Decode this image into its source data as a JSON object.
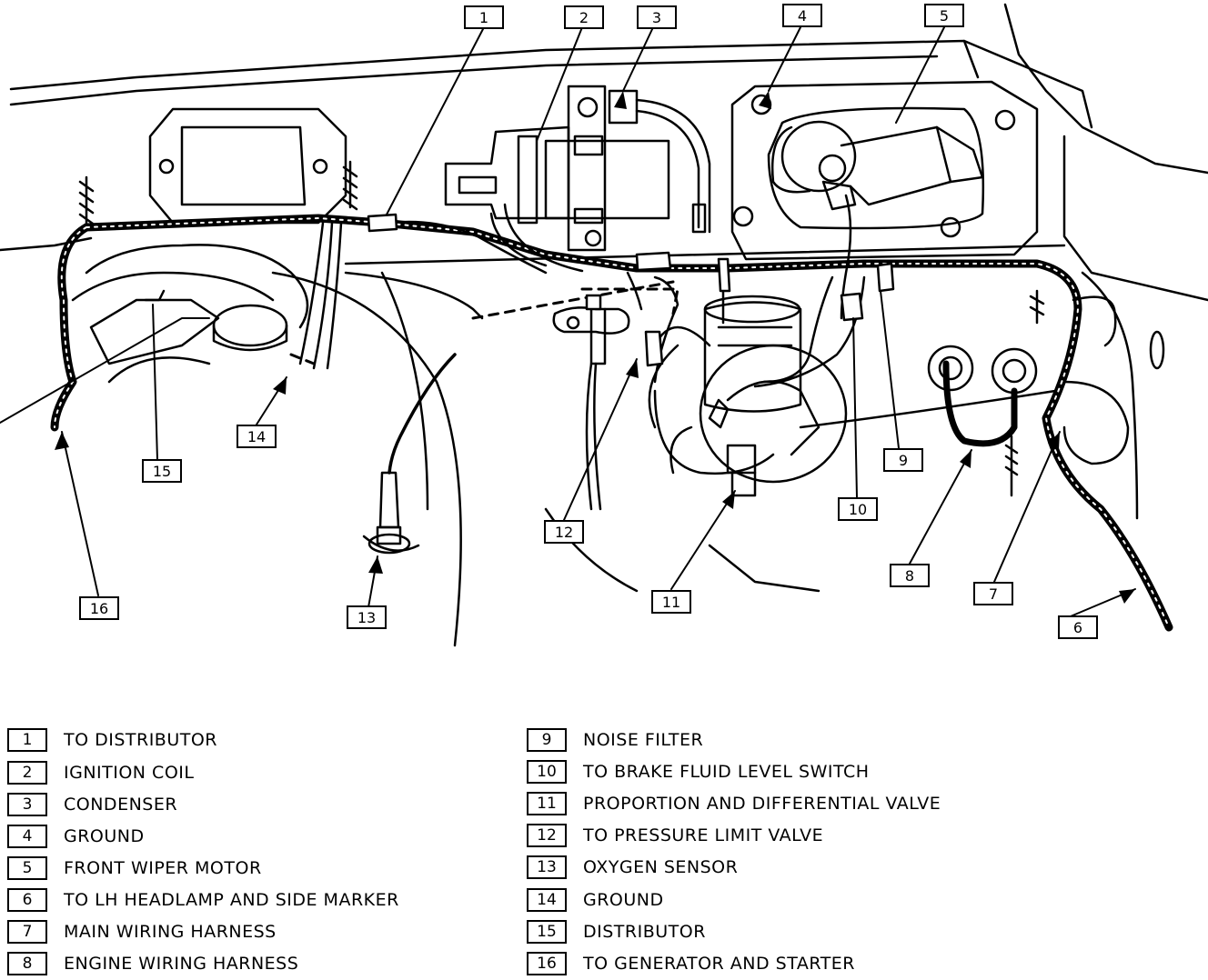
{
  "callouts": {
    "c1": "1",
    "c2": "2",
    "c3": "3",
    "c4": "4",
    "c5": "5",
    "c6": "6",
    "c7": "7",
    "c8": "8",
    "c9": "9",
    "c10": "10",
    "c11": "11",
    "c12": "12",
    "c13": "13",
    "c14": "14",
    "c15": "15",
    "c16": "16"
  },
  "legend": {
    "left": [
      {
        "num": "1",
        "label": "TO DISTRIBUTOR"
      },
      {
        "num": "2",
        "label": "IGNITION COIL"
      },
      {
        "num": "3",
        "label": "CONDENSER"
      },
      {
        "num": "4",
        "label": "GROUND"
      },
      {
        "num": "5",
        "label": "FRONT WIPER MOTOR"
      },
      {
        "num": "6",
        "label": "TO LH HEADLAMP AND SIDE MARKER"
      },
      {
        "num": "7",
        "label": "MAIN WIRING HARNESS"
      },
      {
        "num": "8",
        "label": "ENGINE WIRING HARNESS"
      }
    ],
    "right": [
      {
        "num": "9",
        "label": "NOISE FILTER"
      },
      {
        "num": "10",
        "label": "TO BRAKE FLUID LEVEL SWITCH"
      },
      {
        "num": "11",
        "label": "PROPORTION AND DIFFERENTIAL VALVE"
      },
      {
        "num": "12",
        "label": "TO PRESSURE LIMIT VALVE"
      },
      {
        "num": "13",
        "label": "OXYGEN SENSOR"
      },
      {
        "num": "14",
        "label": "GROUND"
      },
      {
        "num": "15",
        "label": "DISTRIBUTOR"
      },
      {
        "num": "16",
        "label": "TO GENERATOR AND STARTER"
      }
    ]
  }
}
